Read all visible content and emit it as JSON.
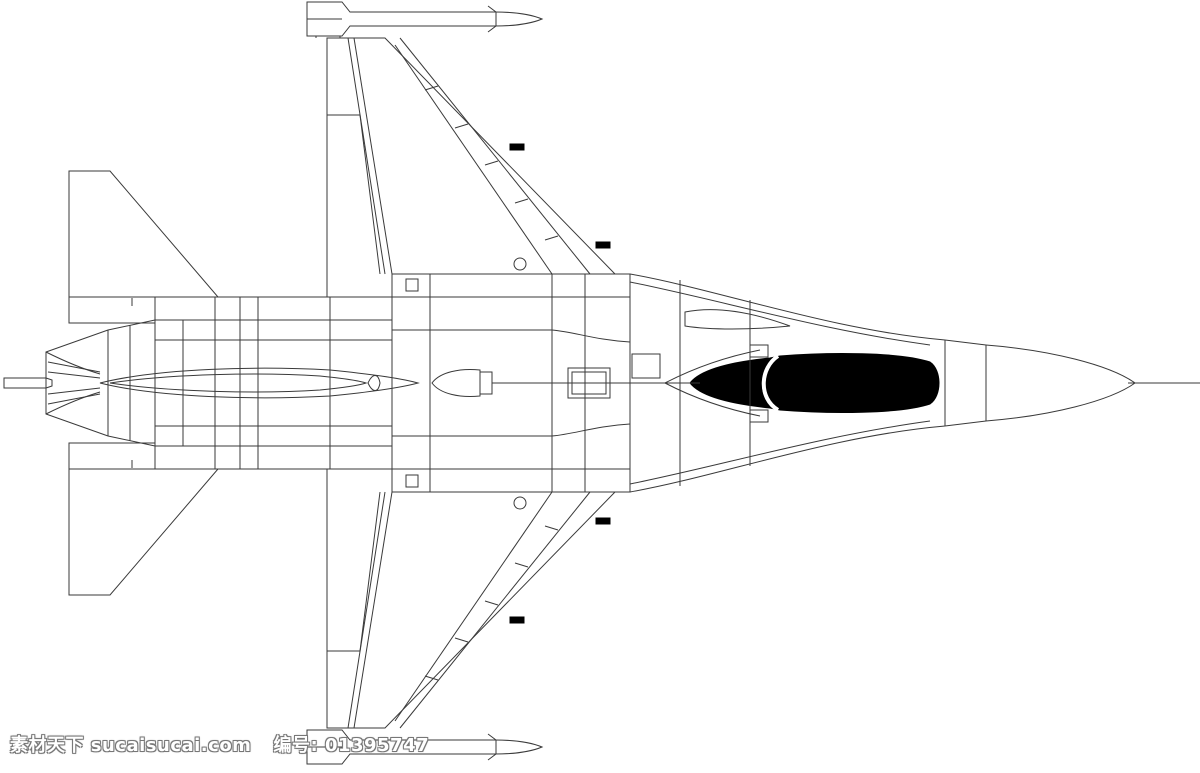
{
  "watermark": {
    "site_label": "素材天下",
    "site_url": "sucaisucai.com",
    "id_label": "编号:",
    "id_value": "01395747"
  },
  "colors": {
    "background": "#ffffff",
    "line": "#3a3a3a",
    "canopy": "#000000"
  }
}
